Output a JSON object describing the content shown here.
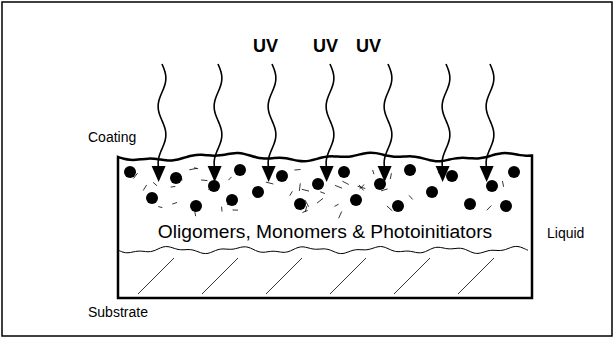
{
  "diagram": {
    "nodes": [
      {
        "text": [
          "Oligomers, Monomers & Photoinitiators"
        ]
      }
    ],
    "labels": [
      "UV",
      "UV",
      "UV",
      "Coating",
      "Liquid",
      "Substrate"
    ]
  }
}
